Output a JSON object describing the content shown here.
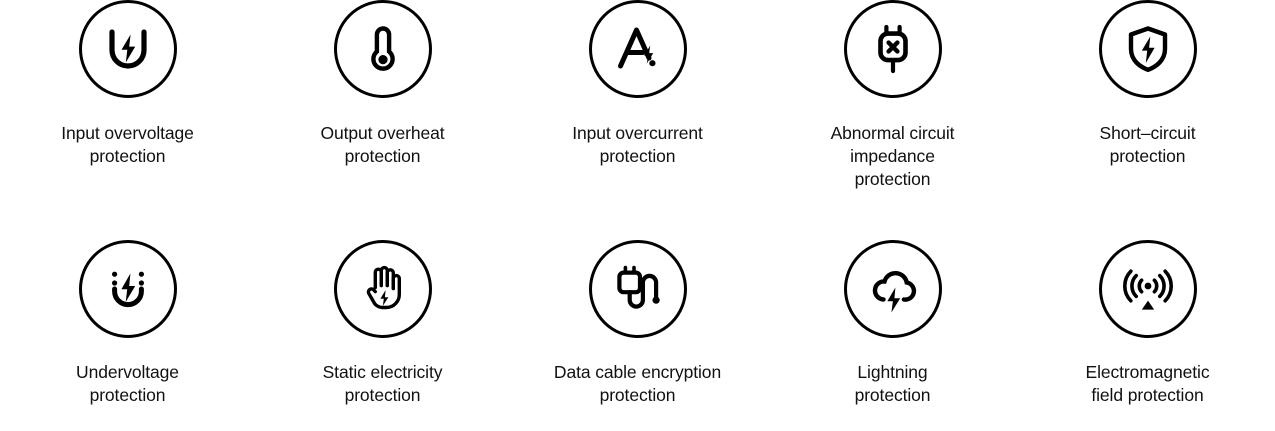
{
  "page": {
    "background": "#ffffff",
    "text_color": "#111111",
    "stroke_color": "#000000",
    "columns": 5,
    "rows": 2
  },
  "features": [
    {
      "icon": "magnet-bolt-icon",
      "label": "Input overvoltage\nprotection"
    },
    {
      "icon": "thermometer-icon",
      "label": "Output overheat\nprotection"
    },
    {
      "icon": "ampere-bolt-icon",
      "label": "Input overcurrent\nprotection"
    },
    {
      "icon": "plug-x-icon",
      "label": "Abnormal circuit\nimpedance\nprotection"
    },
    {
      "icon": "shield-bolt-icon",
      "label": "Short–circuit\nprotection"
    },
    {
      "icon": "magnet-dashed-bolt-icon",
      "label": "Undervoltage\nprotection"
    },
    {
      "icon": "hand-bolt-icon",
      "label": "Static electricity\nprotection"
    },
    {
      "icon": "plug-cable-icon",
      "label": "Data cable encryption\nprotection"
    },
    {
      "icon": "cloud-bolt-icon",
      "label": "Lightning\nprotection"
    },
    {
      "icon": "signal-waves-icon",
      "label": "Electromagnetic\nfield protection"
    }
  ]
}
